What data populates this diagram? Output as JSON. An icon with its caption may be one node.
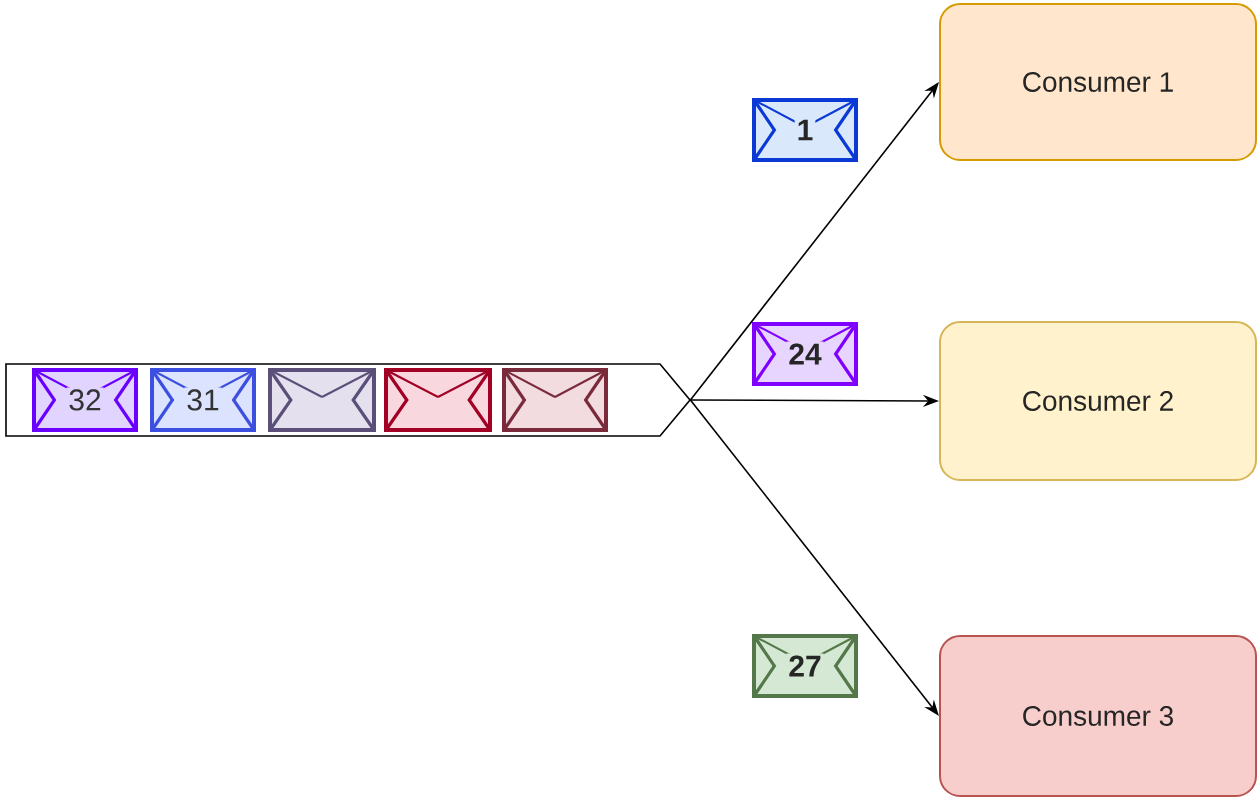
{
  "diagram": {
    "nodes": [
      {
        "text": [],
        "shape": "arrow"
      },
      {
        "text": [
          "32"
        ],
        "in": 0
      },
      {
        "text": [
          "31"
        ],
        "in": 0
      },
      {
        "text": [],
        "shape": "envelope",
        "in": 0
      },
      {
        "text": [],
        "shape": "envelope",
        "in": 0
      },
      {
        "text": [],
        "shape": "envelope",
        "in": 0
      },
      {
        "text": [
          "Consumer 1"
        ]
      },
      {
        "text": [
          "Consumer 2"
        ]
      },
      {
        "text": [
          "Consumer 3"
        ]
      }
    ],
    "edges": [
      {
        "from": 0,
        "to": 6,
        "arrow": "to",
        "label": "1"
      },
      {
        "from": 0,
        "to": 7,
        "arrow": "to",
        "label": "24"
      },
      {
        "from": 0,
        "to": 8,
        "arrow": "to",
        "label": "27"
      }
    ]
  }
}
